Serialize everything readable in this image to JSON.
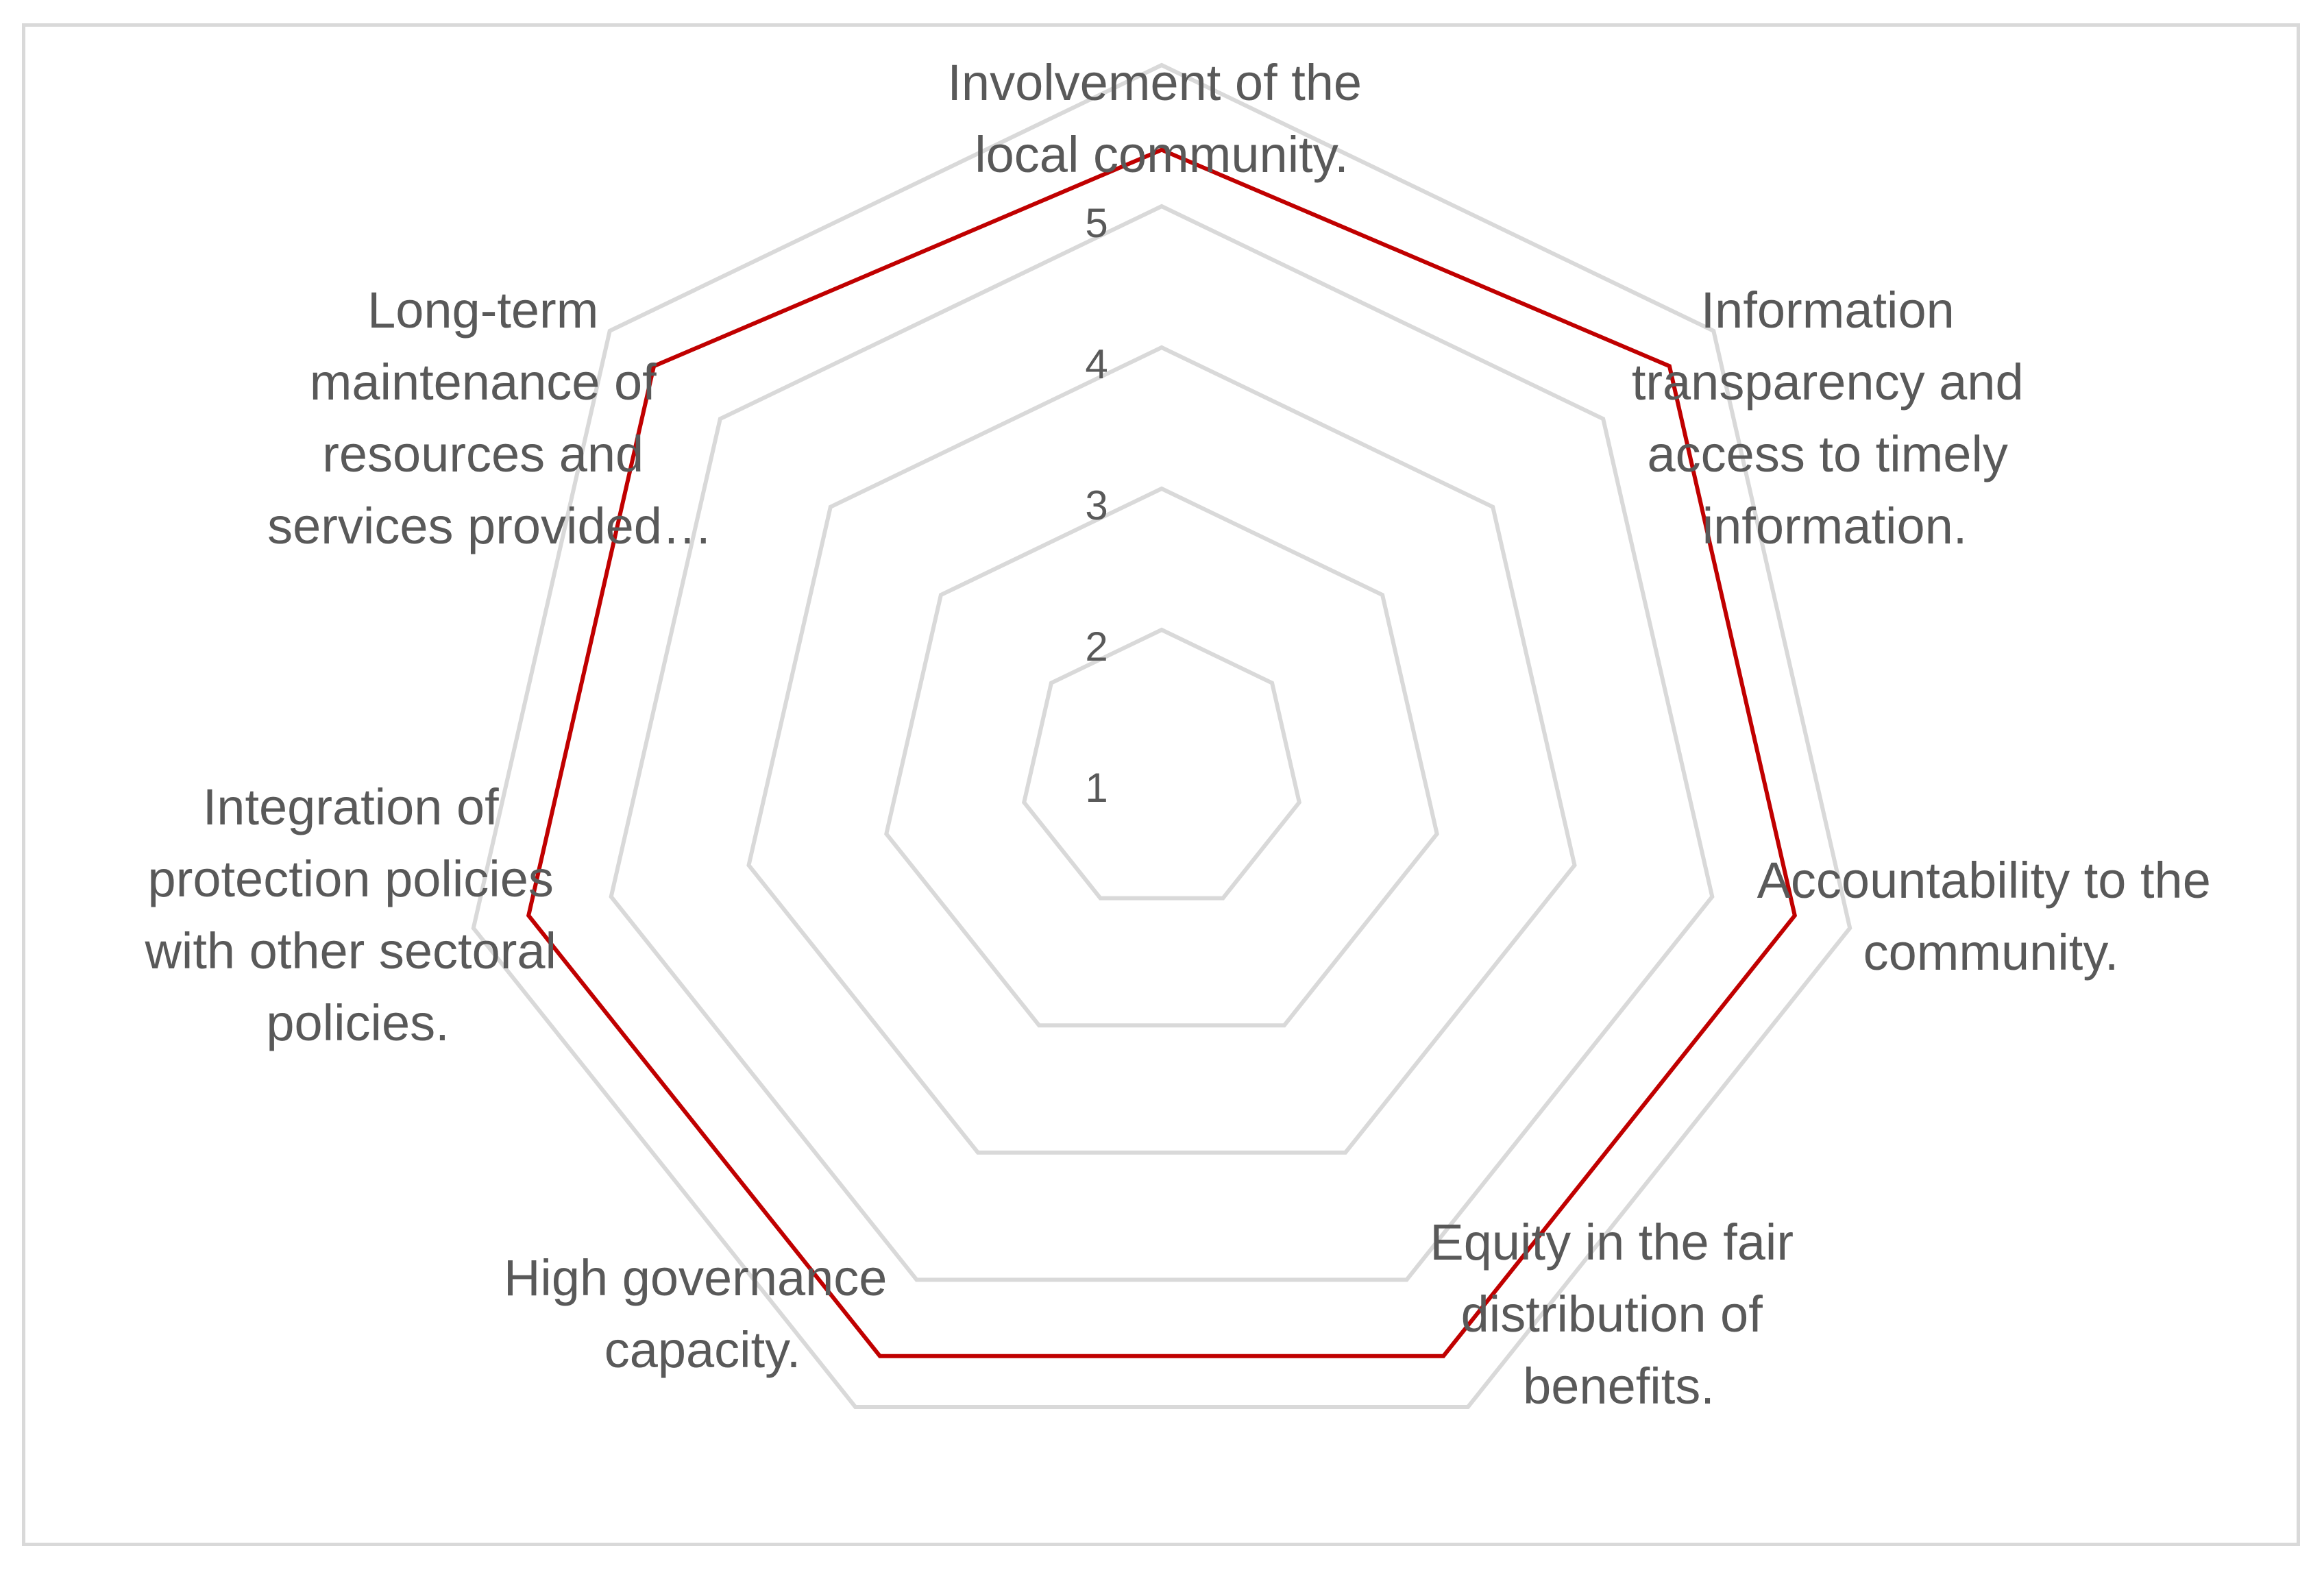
{
  "chart_data": {
    "type": "radar",
    "title": "",
    "categories": [
      "Involvement of the local community.",
      "Information transparency and access to timely information.",
      "Accountability to the community.",
      "Equity in the fair distribution of benefits.",
      "High governance capacity.",
      "Integration of protection policies with other sectoral policies.",
      "Long-term maintenance of resources and services provided…"
    ],
    "category_lines": [
      [
        "Involvement of the",
        "local community."
      ],
      [
        "Information",
        "transparency and",
        "access to timely",
        "information."
      ],
      [
        "Accountability to the",
        "community."
      ],
      [
        "Equity in the fair",
        "distribution of",
        "benefits."
      ],
      [
        "High governance",
        "capacity."
      ],
      [
        "Integration of",
        "protection policies",
        "with other sectoral",
        "policies."
      ],
      [
        "Long-term",
        "maintenance of",
        "resources and",
        "services provided…"
      ]
    ],
    "series": [
      {
        "values": [
          4.4,
          4.6,
          4.6,
          4.6,
          4.6,
          4.6,
          4.6
        ],
        "color": "#c00000"
      }
    ],
    "rlim": [
      0,
      5
    ],
    "ticks": [
      "1",
      "2",
      "3",
      "4",
      "5"
    ],
    "grid": true,
    "grid_color": "#d9d9d9",
    "label_color": "#595959",
    "legend": "none"
  }
}
